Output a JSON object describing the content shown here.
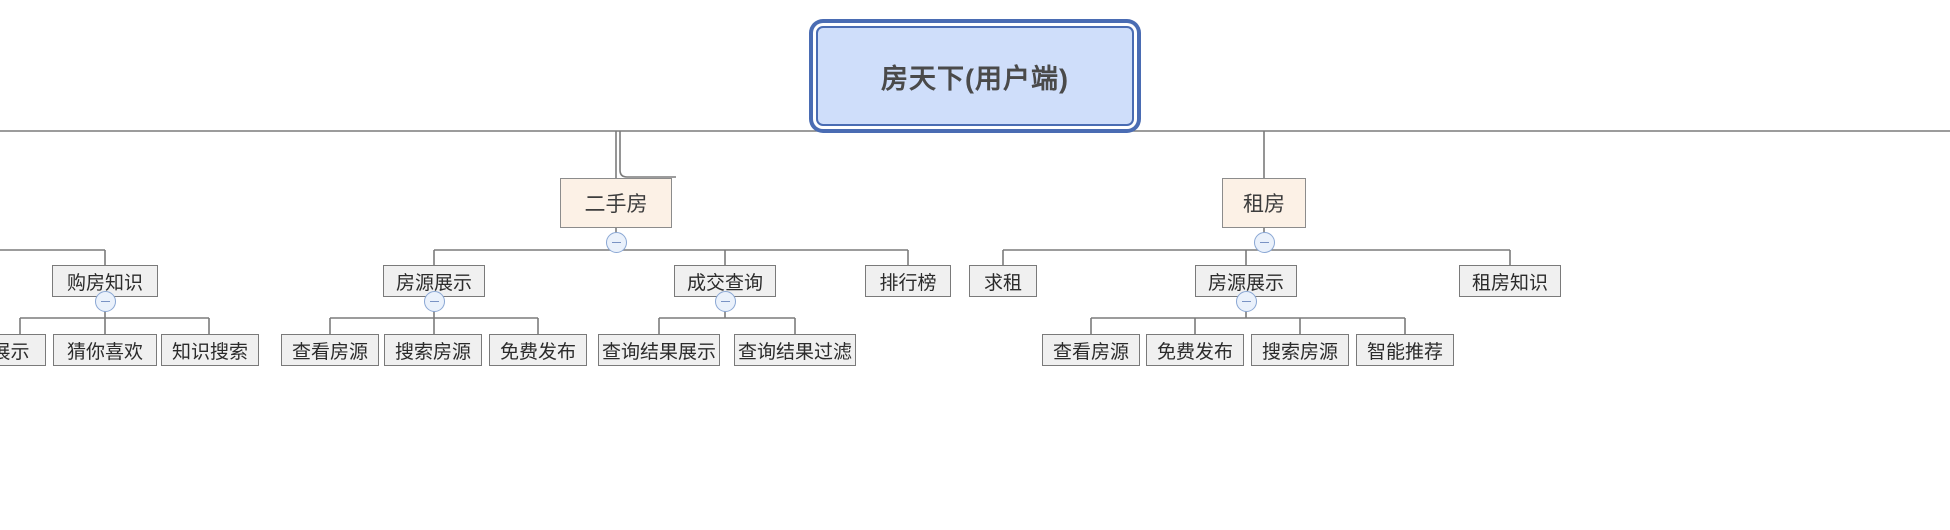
{
  "diagram": {
    "type": "tree-mindmap",
    "title": "房天下(用户端)",
    "orientation": "top-down",
    "colors": {
      "root_fill": "#cfdefa",
      "root_border": "#4a6cb3",
      "level2_fill": "#fcf1e6",
      "level2_border": "#8c8c8c",
      "node_fill": "#f0f0f0",
      "node_border": "#7a7a7a",
      "connector": "#7b7b7b",
      "toggle_fill": "#eaf1fb",
      "toggle_border": "#8aa7d4",
      "background": "#ffffff"
    }
  },
  "root": {
    "label": "房天下(用户端)"
  },
  "branches": {
    "ershoufang": {
      "label": "二手房"
    },
    "zufang": {
      "label": "租房"
    }
  },
  "level3": {
    "gou_fang_zhishi": "购房知识",
    "fangyuan_zhanshi_esf": "房源展示",
    "chengjiao_chaxun": "成交查询",
    "paihangbang": "排行榜",
    "qiuzu": "求租",
    "fangyuan_zhanshi_zf": "房源展示",
    "zufang_zhishi": "租房知识"
  },
  "leaves": {
    "clipped_zhanshi": "展示",
    "cai_ni_xihuan": "猜你喜欢",
    "zhishi_sousuo": "知识搜索",
    "chakan_fangyuan_esf": "查看房源",
    "sousuo_fangyuan_esf": "搜索房源",
    "mianfei_fabu_esf": "免费发布",
    "chaxun_jieguo_zhanshi": "查询结果展示",
    "chaxun_jieguo_guolv": "查询结果过滤",
    "chakan_fangyuan_zf": "查看房源",
    "mianfei_fabu_zf": "免费发布",
    "sousuo_fangyuan_zf": "搜索房源",
    "zhineng_tuijian": "智能推荐"
  },
  "toggles": {
    "icon": "minus-circle-icon",
    "state": "expanded",
    "glyph": "−"
  }
}
